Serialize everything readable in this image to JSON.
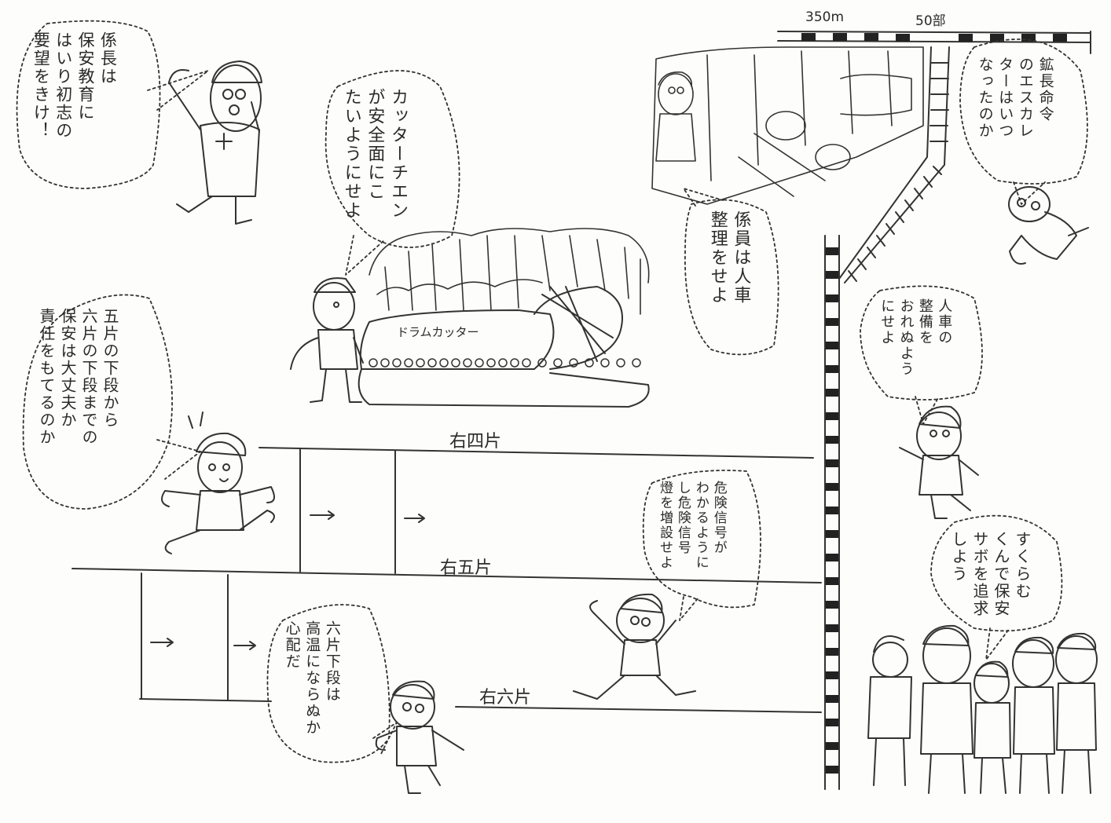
{
  "bubbles": {
    "kakaricho_kyoiku": "係長は\n保安教育に\nはいり初志の\n要望をきけ！",
    "cutter_chain": "カッターチエン\nが安全面にこ\nたいようにせよ",
    "gohen": "五片の下段から\n六片の下段までの\n保安は大丈夫か\n責任をもてるのか",
    "kakariin_jinsha": "係員は人車\n整理をせよ",
    "kocho_escalator": "鉱長命令\nのエスカレ\nターはいつ\nなったのか",
    "jinsha_seibi": "人車の\n整備を\nおれぬよう\nにせよ",
    "kiken_shingo": "危険信号が\nわかるように\nし危険信号\n燈を増設せよ",
    "sabo": "すくらむ\nくんで保安\nサボを追求\nしよう",
    "rokuhen_kaidan": "六片下段は\n高温にならぬか\n心配だ"
  },
  "labels": {
    "drum_cutter": "ドラムカッター",
    "migi_yonhen": "右四片",
    "migi_gohen": "右五片",
    "migi_rokuhen": "右六片",
    "depth": "350m",
    "level": "50部"
  }
}
